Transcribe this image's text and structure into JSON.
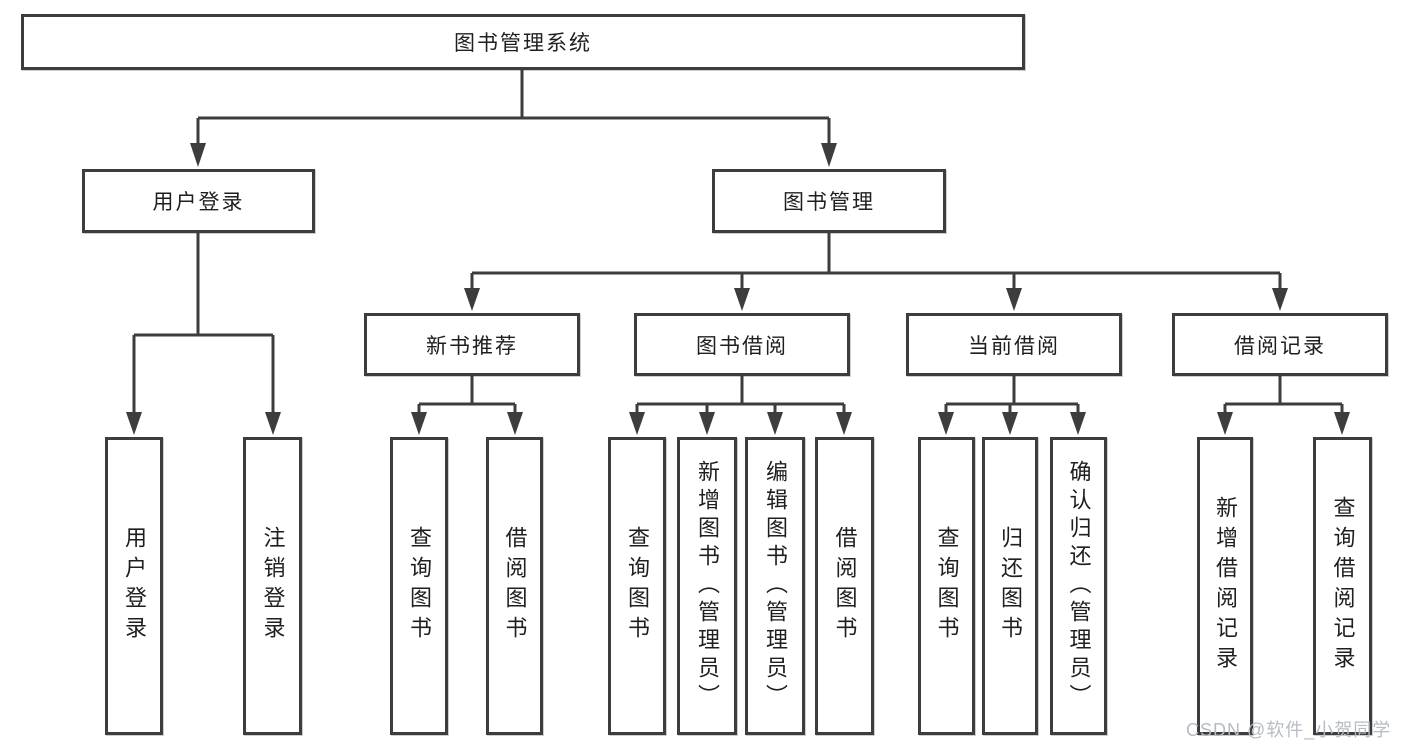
{
  "diagram": {
    "type": "hierarchy-tree",
    "title": "图书管理系统",
    "colors": {
      "line": "#3d3d3d",
      "box_border": "#3d3d3d",
      "box_background": "#ffffff",
      "text": "#1f1f1f",
      "watermark": "#b7bcc4"
    },
    "nodes": {
      "root": "图书管理系统",
      "user_login": "用户登录",
      "book_mgmt": "图书管理",
      "new_book_rec": "新书推荐",
      "book_borrow": "图书借阅",
      "current_borrow": "当前借阅",
      "borrow_record": "借阅记录",
      "leaf_user_login": "用户登录",
      "leaf_logout": "注销登录",
      "leaf_query_book_1": "查询图书",
      "leaf_borrow_book_1": "借阅图书",
      "leaf_query_book_2": "查询图书",
      "leaf_add_book": "新增图书（管理员）",
      "leaf_edit_book": "编辑图书（管理员）",
      "leaf_borrow_book_2": "借阅图书",
      "leaf_query_book_3": "查询图书",
      "leaf_return_book": "归还图书",
      "leaf_confirm_return": "确认归还（管理员）",
      "leaf_add_record": "新增借阅记录",
      "leaf_query_record": "查询借阅记录"
    },
    "hierarchy": {
      "图书管理系统": {
        "用户登录": [
          "用户登录",
          "注销登录"
        ],
        "图书管理": {
          "新书推荐": [
            "查询图书",
            "借阅图书"
          ],
          "图书借阅": [
            "查询图书",
            "新增图书（管理员）",
            "编辑图书（管理员）",
            "借阅图书"
          ],
          "当前借阅": [
            "查询图书",
            "归还图书",
            "确认归还（管理员）"
          ],
          "借阅记录": [
            "新增借阅记录",
            "查询借阅记录"
          ]
        }
      }
    },
    "watermark": "CSDN @软件_小贺同学"
  }
}
